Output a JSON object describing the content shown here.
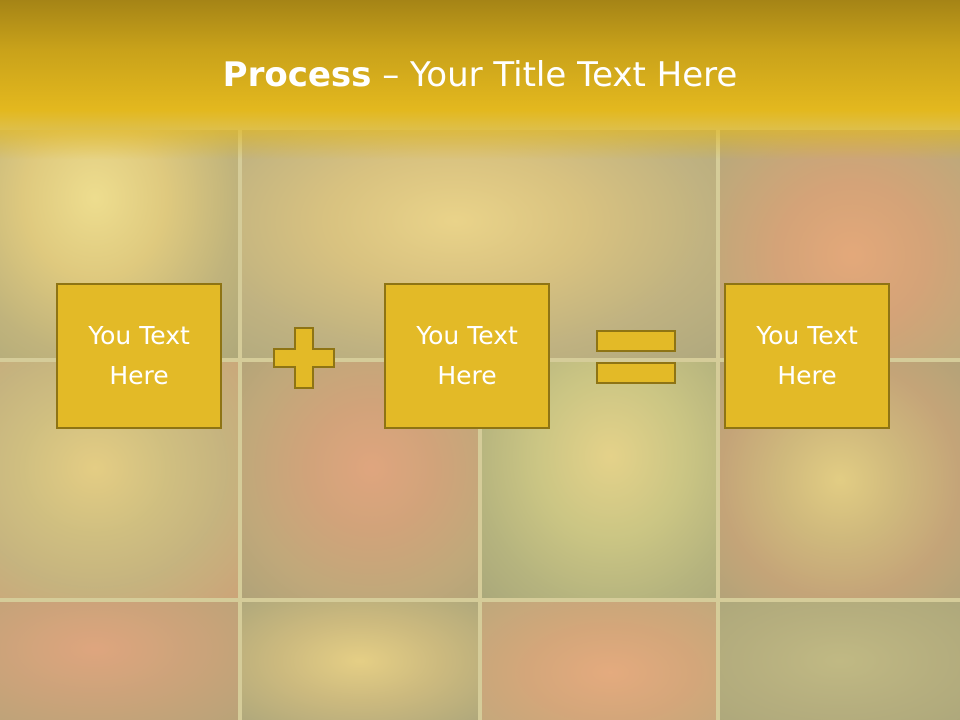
{
  "slide": {
    "title_bold": "Process",
    "title_dash": " – ",
    "title_rest": "Your Title Text Here"
  },
  "boxes": [
    {
      "line1": "You Text",
      "line2": "Here"
    },
    {
      "line1": "You Text",
      "line2": "Here"
    },
    {
      "line1": "You Text",
      "line2": "Here"
    }
  ],
  "operators": {
    "first": "plus-icon",
    "second": "equals-icon"
  },
  "colors": {
    "title_band": "#c9a21a",
    "box_fill": "#e3ba27",
    "box_border": "#8e7414",
    "text": "#ffffff"
  }
}
